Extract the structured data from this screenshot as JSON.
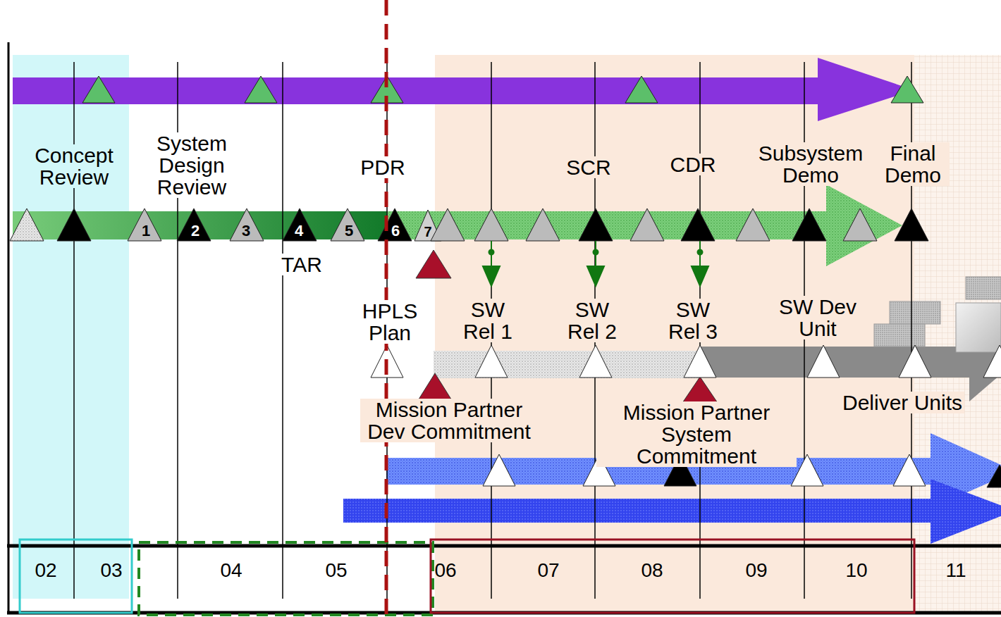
{
  "diagram": {
    "labels": [
      "Concept Review",
      "System Design Review",
      "PDR",
      "SCR",
      "CDR",
      "Subsystem Demo",
      "Final Demo",
      "1",
      "2",
      "3",
      "4",
      "5",
      "6",
      "7",
      "TAR",
      "HPLS Plan",
      "SW Rel 1",
      "SW Rel 2",
      "SW Rel 3",
      "SW Dev Unit",
      "Mission Partner Dev Commitment",
      "Mission Partner System Commitment",
      "Deliver Units",
      "02",
      "03",
      "04",
      "05",
      "06",
      "07",
      "08",
      "09",
      "10",
      "11"
    ]
  }
}
